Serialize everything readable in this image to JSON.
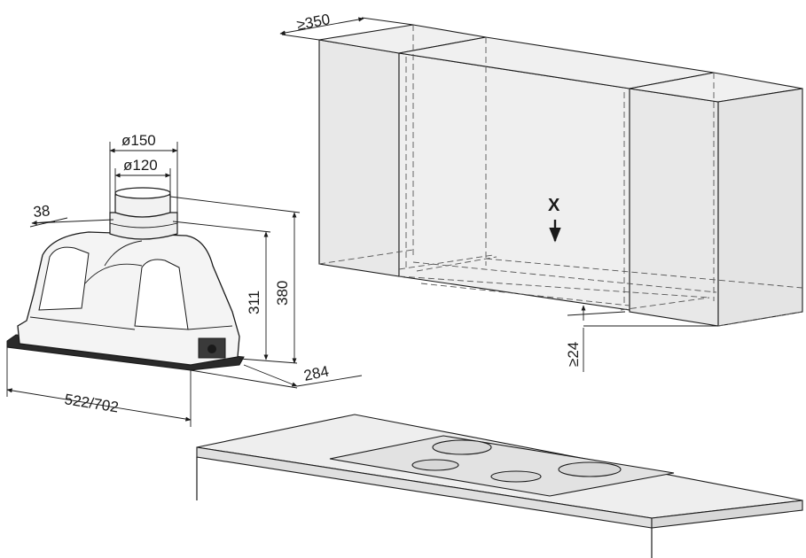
{
  "dimensions": {
    "duct_outer": "ø150",
    "duct_inner": "ø120",
    "front_offset": "38",
    "height_body": "311",
    "height_total": "380",
    "depth": "284",
    "width": "522/702",
    "cabinet_depth": "≥350",
    "bottom_clearance": "≥24"
  },
  "marker_label": "X",
  "colors": {
    "cabinet_fill": "#e8e8e8",
    "hob_fill": "#e2e2e2",
    "countertop_fill": "#eeeeee",
    "hood_fill": "#f4f4f4",
    "line": "#1a1a1a"
  }
}
